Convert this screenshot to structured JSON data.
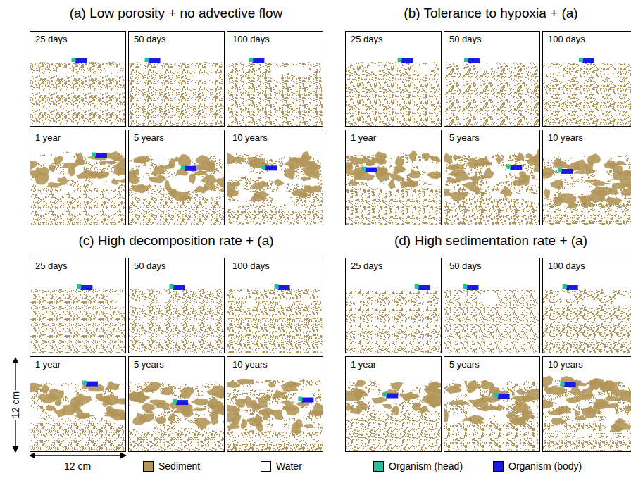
{
  "diagram": {
    "nodes": [
      {
        "text": [
          "25 days"
        ]
      },
      {
        "text": [
          "50 days"
        ]
      },
      {
        "text": [
          "100 days"
        ]
      },
      {
        "text": [
          "1 year"
        ]
      },
      {
        "text": [
          "5 years"
        ]
      },
      {
        "text": [
          "10 years"
        ]
      },
      {
        "text": [
          "25 days"
        ]
      },
      {
        "text": [
          "50 days"
        ]
      },
      {
        "text": [
          "100 days"
        ]
      },
      {
        "text": [
          "1 year"
        ]
      },
      {
        "text": [
          "5 years"
        ]
      },
      {
        "text": [
          "10 years"
        ]
      },
      {
        "text": [
          "25 days"
        ]
      },
      {
        "text": [
          "50 days"
        ]
      },
      {
        "text": [
          "100 days"
        ]
      },
      {
        "text": [
          "1 year"
        ]
      },
      {
        "text": [
          "5 years"
        ]
      },
      {
        "text": [
          "10 years"
        ]
      },
      {
        "text": [
          "25 days"
        ]
      },
      {
        "text": [
          "50 days"
        ]
      },
      {
        "text": [
          "100 days"
        ]
      },
      {
        "text": [
          "1 year"
        ]
      },
      {
        "text": [
          "5 years"
        ]
      },
      {
        "text": [
          "10 years"
        ]
      }
    ],
    "labels": [
      "(a) Low porosity + no advective flow",
      "(b) Tolerance to hypoxia + (a)",
      "(c) High decomposition rate + (a)",
      "(d) High sedimentation rate + (a)",
      "12 cm",
      "12 cm"
    ],
    "legend": [
      {
        "text": "Sediment",
        "color": "#b39659"
      },
      {
        "text": "Water",
        "color": "#ffffff"
      },
      {
        "text": "Organism (head)",
        "color": "#20c39b"
      },
      {
        "text": "Organism (body)",
        "color": "#1a1ae6"
      }
    ]
  }
}
